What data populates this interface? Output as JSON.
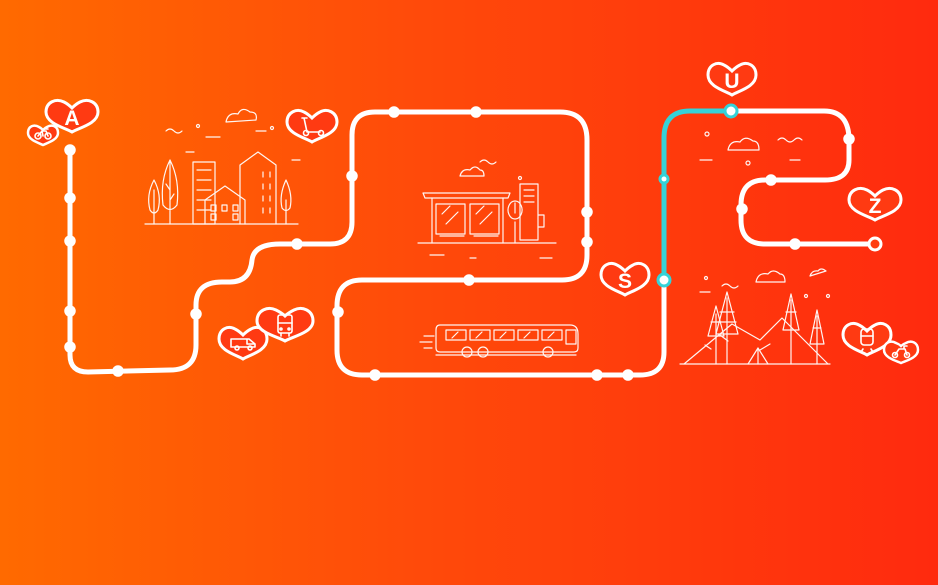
{
  "colors": {
    "background_start": "#ff6a00",
    "background_end": "#ff2a0e",
    "route": "#ffffff",
    "highlight": "#35d2d8",
    "heart_fill": "#ff3a12"
  },
  "markers": [
    {
      "letter": "A"
    },
    {
      "letter": "S"
    },
    {
      "letter": "U"
    },
    {
      "letter": "Z"
    }
  ],
  "icons": [
    "bicycle-icon",
    "scooter-icon",
    "van-icon",
    "bus-icon",
    "train-icon",
    "moped-icon"
  ],
  "scenes": [
    "city-scene",
    "bus-stop-scene",
    "coach-bus-scene",
    "mountain-forest-scene"
  ]
}
